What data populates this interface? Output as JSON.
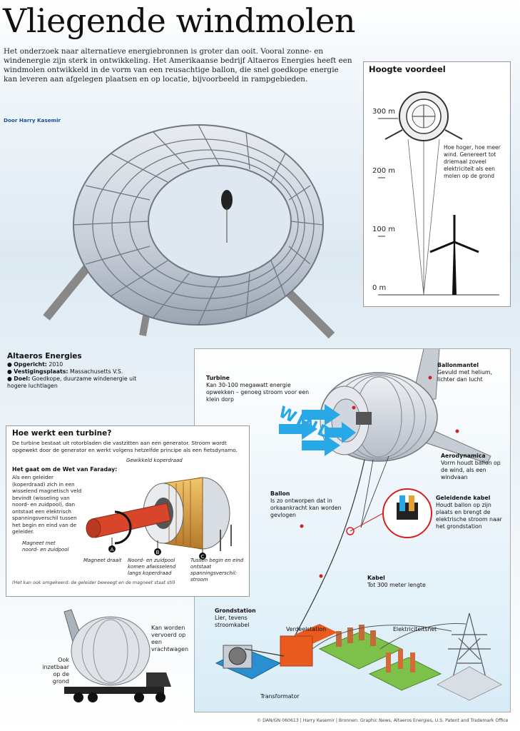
{
  "title": "Vliegende windmolen",
  "intro": "Het onderzoek naar alternatieve energiebronnen is groter dan ooit. Vooral zonne- en windenergie zijn sterk in ontwikkeling. Het Amerikaanse bedrijf Altaeros Energies heeft een windmolen ontwikkeld in de vorm van een reusachtige ballon, die snel goedkope energie kan leveren aan afgelegen plaatsen en op locatie, bijvoorbeeld in rampgebieden.",
  "byline": "Door Harry Kasemir",
  "height_panel": {
    "title": "Hoogte voordeel",
    "levels": [
      "300 m",
      "200 m",
      "100 m",
      "0 m"
    ],
    "note": "Hoe hoger, hoe meer wind. Genereert tot driemaal zoveel elektriciteit als een molen op de grond"
  },
  "company": {
    "title": "Altaeros Energies",
    "facts": [
      {
        "label": "Opgericht:",
        "value": "2010"
      },
      {
        "label": "Vestigingsplaats:",
        "value": "Massachusetts V.S."
      },
      {
        "label": "Doel:",
        "value": "Goedkope, duurzame windenergie uit hogere luchtlagen"
      }
    ]
  },
  "diagram": {
    "wind_label": "WIND",
    "callouts": {
      "turbine": {
        "title": "Turbine",
        "text": "Kan 30-100 megawatt energie opwekken – genoeg stroom voor een klein dorp"
      },
      "ballonmantel": {
        "title": "Ballonmantel",
        "text": "Gevuld met helium, lichter dan lucht"
      },
      "aerodynamica": {
        "title": "Aerodynamica",
        "text": "Vorm houdt ballon op de wind, als een windvaan"
      },
      "ballon": {
        "title": "Ballon",
        "text": "Is zo ontworpen dat in orkaankracht kan worden gevlogen"
      },
      "kabel_geleidend": {
        "title": "Geleidende kabel",
        "text": "Houdt ballon op zijn plaats en brengt de elektrische stroom naar het grondstation"
      },
      "kabel": {
        "title": "Kabel",
        "text": "Tot 300 meter lengte"
      },
      "grondstation": {
        "title": "Grondstation",
        "text": "Lier, tevens stroomkabel"
      },
      "verdeelstation": {
        "title": "Verdeelstation"
      },
      "elektriciteitsnet": {
        "title": "Elektriciteitsnet"
      },
      "transformator": {
        "title": "Transformator"
      }
    }
  },
  "turbine_box": {
    "title": "Hoe werkt een turbine?",
    "intro": "De turbine bestaat uit rotorbladen die vastzitten aan een generator. Stroom wordt opgewekt door de generator en werkt volgens hetzelfde principe als een fietsdynamo.",
    "subtitle": "Het gaat om de Wet van Faraday:",
    "text": "Als een geleider (koperdraad) zich in een wisselend magnetisch veld bevindt (wisseling van noord- en zuidpool), dan ontstaat een elektrisch spanningsverschil tussen het begin en eind van de geleider.",
    "labels": {
      "koperdraad": "Gewikkeld koperdraad",
      "magneet": "Magneet met noord- en zuidpool",
      "a": "Magneet draait",
      "b": "Noord- en zuidpool komen afwisselend langs koperdraad",
      "c": "Tussen begin en eind ontstaat spanningsverschil: stroom"
    },
    "markers": [
      "A",
      "B",
      "C"
    ],
    "footnote": "(Het kan ook omgekeerd: de geleider beweegt en de magneet staat stil)"
  },
  "bottom": {
    "transport": "Kan worden vervoerd op een vrachtwagen",
    "ground": "Ook inzetbaar op de grond"
  },
  "credit": "© DAN/GN 060613 | Harry Kasemir | Bronnen: Graphic News, Altaeros Energies, U.S. Patent and Trademark Office",
  "colors": {
    "accent_blue": "#1a4fa0",
    "wind_blue": "#29a8e8",
    "callout_red": "#d42020",
    "station_green": "#7dc04a",
    "transformer_orange": "#e85a1e",
    "magnet_red": "#d9452a"
  }
}
